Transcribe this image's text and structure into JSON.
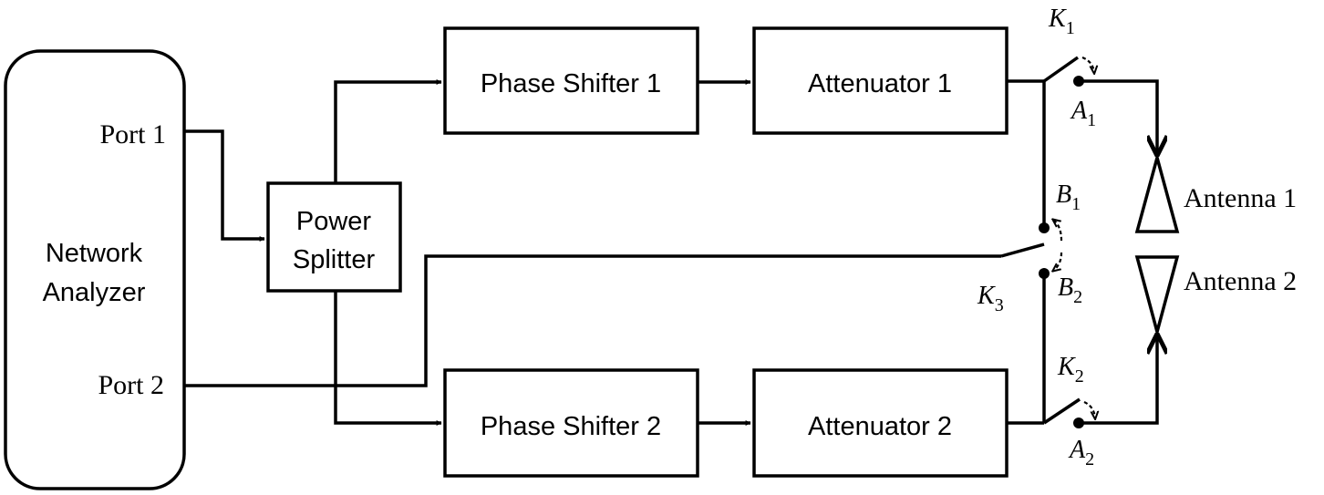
{
  "network_analyzer": {
    "label_line1": "Network",
    "label_line2": "Analyzer",
    "port1": "Port 1",
    "port2": "Port 2"
  },
  "power_splitter": {
    "label_line1": "Power",
    "label_line2": "Splitter"
  },
  "branch1": {
    "phase_shifter": "Phase Shifter 1",
    "attenuator": "Attenuator 1"
  },
  "branch2": {
    "phase_shifter": "Phase Shifter 2",
    "attenuator": "Attenuator 2"
  },
  "switches": {
    "k1": {
      "letter": "K",
      "sub": "1"
    },
    "k2": {
      "letter": "K",
      "sub": "2"
    },
    "k3": {
      "letter": "K",
      "sub": "3"
    }
  },
  "contacts": {
    "a1": {
      "letter": "A",
      "sub": "1"
    },
    "a2": {
      "letter": "A",
      "sub": "2"
    },
    "b1": {
      "letter": "B",
      "sub": "1"
    },
    "b2": {
      "letter": "B",
      "sub": "2"
    }
  },
  "antennas": {
    "antenna1": "Antenna 1",
    "antenna2": "Antenna 2"
  }
}
